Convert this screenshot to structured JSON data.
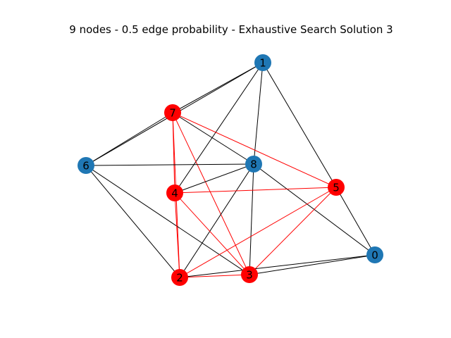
{
  "title": "9 nodes - 0.5 edge probability - Exhaustive Search Solution 3",
  "colors": {
    "selected": "#ff0000",
    "unselected": "#1f77b4",
    "edge_normal": "#000000",
    "edge_selected": "#ff0000"
  },
  "graph": {
    "nodes": [
      {
        "id": "0",
        "selected": false
      },
      {
        "id": "1",
        "selected": false
      },
      {
        "id": "2",
        "selected": true
      },
      {
        "id": "3",
        "selected": true
      },
      {
        "id": "4",
        "selected": true
      },
      {
        "id": "5",
        "selected": true
      },
      {
        "id": "6",
        "selected": false
      },
      {
        "id": "7",
        "selected": true
      },
      {
        "id": "8",
        "selected": false
      }
    ],
    "edges": [
      [
        "1",
        "7"
      ],
      [
        "1",
        "6"
      ],
      [
        "1",
        "8"
      ],
      [
        "1",
        "4"
      ],
      [
        "1",
        "5"
      ],
      [
        "7",
        "6"
      ],
      [
        "7",
        "8"
      ],
      [
        "7",
        "5"
      ],
      [
        "7",
        "4"
      ],
      [
        "7",
        "2"
      ],
      [
        "7",
        "3"
      ],
      [
        "6",
        "8"
      ],
      [
        "6",
        "2"
      ],
      [
        "6",
        "3"
      ],
      [
        "8",
        "4"
      ],
      [
        "8",
        "2"
      ],
      [
        "8",
        "3"
      ],
      [
        "8",
        "0"
      ],
      [
        "4",
        "5"
      ],
      [
        "4",
        "2"
      ],
      [
        "4",
        "3"
      ],
      [
        "5",
        "0"
      ],
      [
        "5",
        "2"
      ],
      [
        "5",
        "3"
      ],
      [
        "2",
        "3"
      ],
      [
        "2",
        "0"
      ],
      [
        "3",
        "0"
      ]
    ]
  }
}
